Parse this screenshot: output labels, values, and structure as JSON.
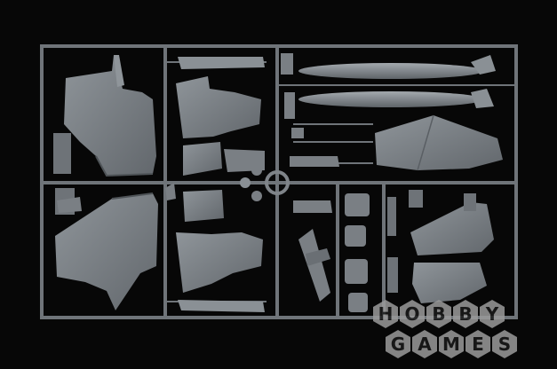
{
  "scene": {
    "subject": "plastic model kit sprue frame with grey aircraft parts",
    "colors": {
      "background": "#070707",
      "plastic": "#7a7f84",
      "plastic_light": "#969ca1",
      "plastic_dark": "#565b60",
      "frame": "#6f7479"
    }
  },
  "watermark": {
    "row1": [
      "H",
      "O",
      "B",
      "B",
      "Y"
    ],
    "row2": [
      "G",
      "A",
      "M",
      "E",
      "S"
    ]
  }
}
